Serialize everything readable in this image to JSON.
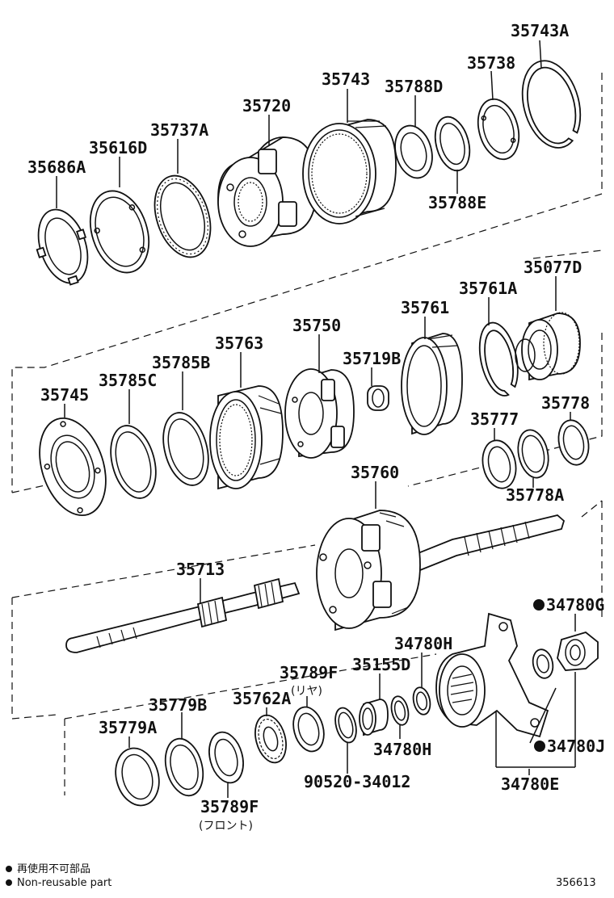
{
  "parts": {
    "p35743A": "35743A",
    "p35738": "35738",
    "p35788D": "35788D",
    "p35743": "35743",
    "p35720": "35720",
    "p35737A": "35737A",
    "p35616D": "35616D",
    "p35686A": "35686A",
    "p35788E": "35788E",
    "p35077D": "35077D",
    "p35761A": "35761A",
    "p35761": "35761",
    "p35750": "35750",
    "p35719B": "35719B",
    "p35763": "35763",
    "p35785B": "35785B",
    "p35785C": "35785C",
    "p35745": "35745",
    "p35778": "35778",
    "p35777": "35777",
    "p35778A": "35778A",
    "p35760": "35760",
    "p35713": "35713",
    "p34780G": "34780G",
    "p34780H_top": "34780H",
    "p35155D": "35155D",
    "p35789F_top": "35789F",
    "p35789F_top_note": "(リヤ)",
    "p35779B": "35779B",
    "p35762A": "35762A",
    "p35779A": "35779A",
    "p34780H_bot": "34780H",
    "p34780J": "34780J",
    "p90520": "90520-34012",
    "p35789F_bot": "35789F",
    "p35789F_bot_note": "(フロント)",
    "p34780E": "34780E"
  },
  "legend": {
    "line1": "再使用不可部品",
    "line2": "Non-reusable part"
  },
  "figure_number": "356613"
}
